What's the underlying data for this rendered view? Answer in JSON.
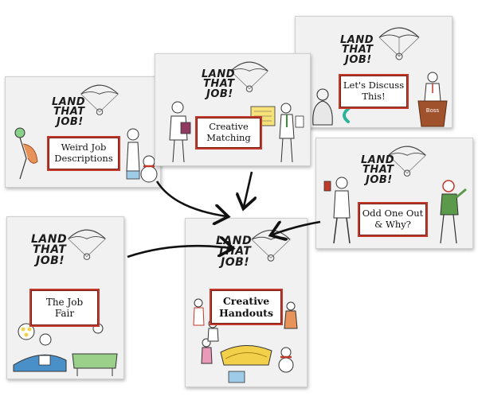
{
  "logo": {
    "line1": "LAND",
    "line2": "THAT",
    "line3": "JOB!"
  },
  "cards": {
    "weird": {
      "line1": "Weird Job",
      "line2": "Descriptions"
    },
    "matching": {
      "line1": "Creative",
      "line2": "Matching"
    },
    "discuss": {
      "line1": "Let's Discuss",
      "line2": "This!"
    },
    "odd": {
      "line1": "Odd One Out",
      "line2": "& Why?"
    },
    "fair": {
      "line1": "The Job",
      "line2": "Fair"
    },
    "handouts": {
      "line1": "Creative",
      "line2": "Handouts"
    }
  },
  "sign_text": "Boss",
  "colors": {
    "card_bg": "#f1f1f1",
    "label_border": "#c0392b",
    "arrow": "#111111"
  }
}
